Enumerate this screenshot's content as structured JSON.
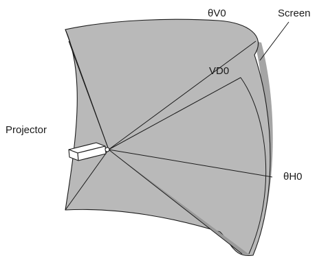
{
  "labels": {
    "theta_v0": "θV0",
    "screen": "Screen",
    "vd0": "VD0",
    "projector": "Projector",
    "theta_h0": "θH0"
  },
  "colors": {
    "screen_fill": "#b9b9b9",
    "screen_edge": "#a5a5a5",
    "shadow": "#9a9a9a",
    "line": "#1a1a1a"
  }
}
